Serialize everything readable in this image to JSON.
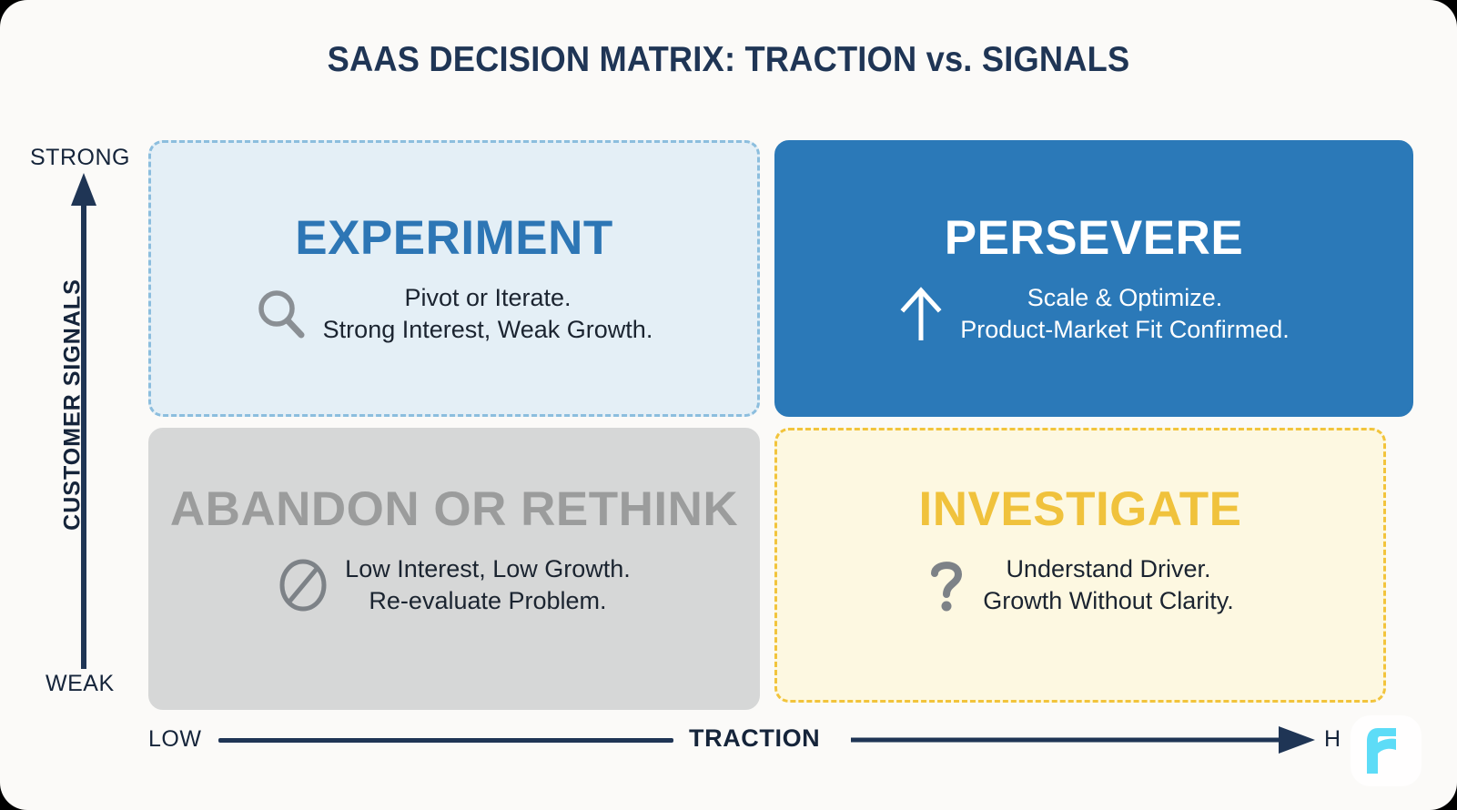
{
  "title": "SAAS DECISION MATRIX: TRACTION vs. SIGNALS",
  "axes": {
    "y": {
      "title": "CUSTOMER SIGNALS",
      "top_label": "STRONG",
      "bottom_label": "WEAK",
      "arrow": "up-arrow-icon"
    },
    "x": {
      "title": "TRACTION",
      "left_label": "LOW",
      "right_label": "H",
      "arrow": "right-arrow-icon"
    }
  },
  "colors": {
    "canvas": "#fbfaf8",
    "navy": "#1f3555",
    "blue": "#2b79b8",
    "blue_light_bg": "#e4eff6",
    "blue_dash": "#8cbede",
    "gray_bg": "#d6d7d7",
    "gray_text": "#9b9c9c",
    "yellow": "#f0c23c",
    "cream_bg": "#fdf8e1",
    "logo_cyan": "#5ddcf7"
  },
  "quadrants": [
    {
      "id": "experiment",
      "heading": "EXPERIMENT",
      "icon": "magnifier-icon",
      "line1": "Pivot or Iterate.",
      "line2": "Strong Interest, Weak Growth."
    },
    {
      "id": "persevere",
      "heading": "PERSEVERE",
      "icon": "up-arrow-icon",
      "line1": "Scale & Optimize.",
      "line2": "Product-Market Fit Confirmed."
    },
    {
      "id": "abandon",
      "heading": "ABANDON OR RETHINK",
      "icon": "prohibition-icon",
      "line1": "Low Interest, Low Growth.",
      "line2": "Re-evaluate Problem."
    },
    {
      "id": "investigate",
      "heading": "INVESTIGATE",
      "icon": "question-mark-icon",
      "line1": "Understand Driver.",
      "line2": "Growth Without Clarity."
    }
  ]
}
